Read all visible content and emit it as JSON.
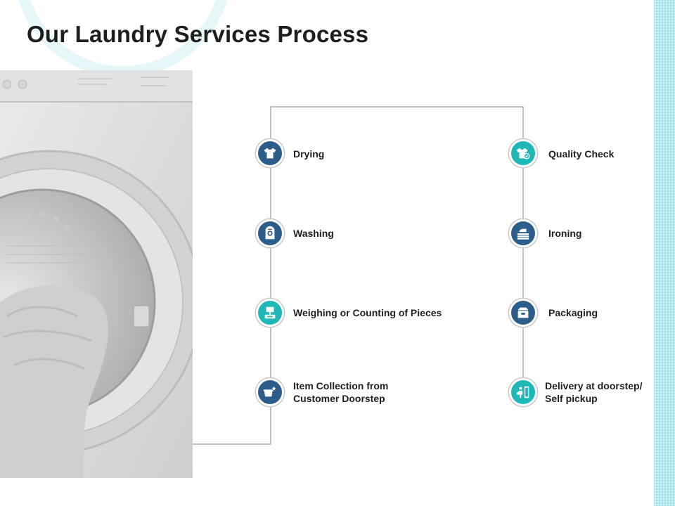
{
  "title": "Our Laundry Services Process",
  "colors": {
    "node_blue": "#2d5d8a",
    "node_teal": "#1fb8b6",
    "connector": "#9a9a9a",
    "accent_strip": "#a9e6ec"
  },
  "steps": [
    {
      "label": "Item Collection from\nCustomer Doorstep",
      "icon": "basket-icon",
      "color": "blue"
    },
    {
      "label": "Weighing or Counting of Pieces",
      "icon": "scale-icon",
      "color": "teal"
    },
    {
      "label": "Washing",
      "icon": "washing-machine-icon",
      "color": "blue"
    },
    {
      "label": "Drying",
      "icon": "shirt-icon",
      "color": "blue"
    },
    {
      "label": "Quality Check",
      "icon": "shirt-check-icon",
      "color": "teal"
    },
    {
      "label": "Ironing",
      "icon": "iron-stack-icon",
      "color": "blue"
    },
    {
      "label": "Packaging",
      "icon": "box-icon",
      "color": "blue"
    },
    {
      "label": "Delivery at doorstep/\nSelf pickup",
      "icon": "delivery-icon",
      "color": "teal"
    }
  ],
  "image": {
    "subject": "washing-machine-with-towels"
  }
}
